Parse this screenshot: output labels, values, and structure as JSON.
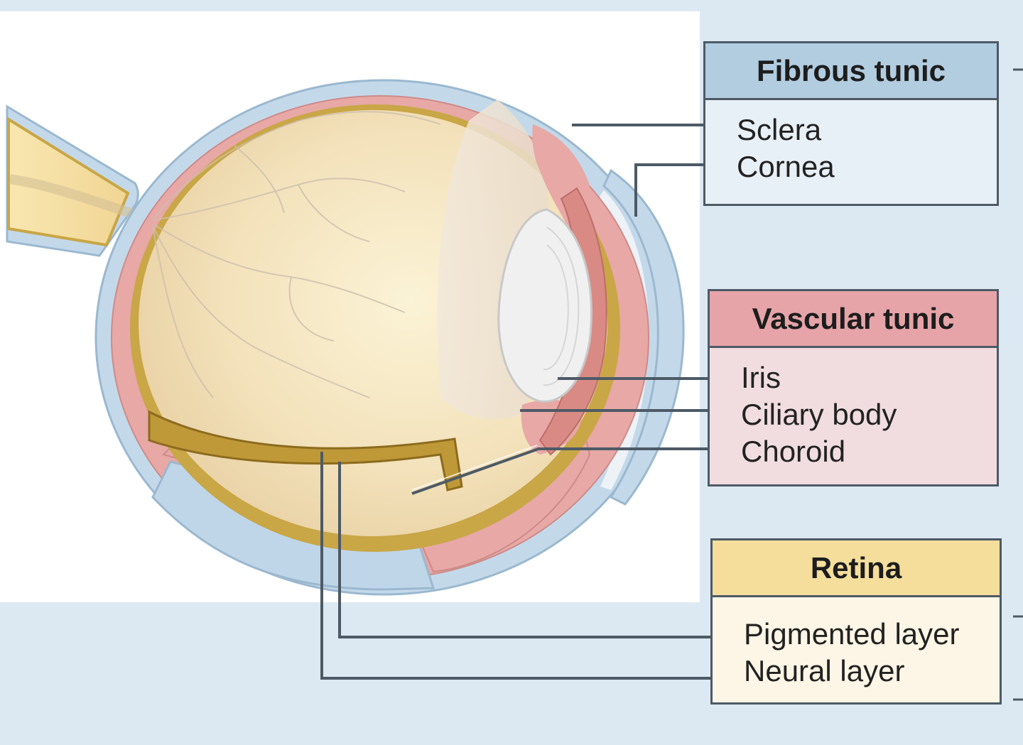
{
  "groups": {
    "fibrous": {
      "title": "Fibrous tunic",
      "items": [
        "Sclera",
        "Cornea"
      ],
      "color": "#b2cce0"
    },
    "vascular": {
      "title": "Vascular tunic",
      "items": [
        "Iris",
        "Ciliary body",
        "Choroid"
      ],
      "color": "#e6a4a8"
    },
    "retina": {
      "title": "Retina",
      "items": [
        "Pigmented layer",
        "Neural layer"
      ],
      "color": "#f5de9c"
    }
  },
  "colors": {
    "sclera": "#c3d9ea",
    "choroid": "#e7a8a6",
    "retina": "#c9a646",
    "vitreous": "#f3dfb8",
    "lens": "#eeeeee",
    "leader_line": "#4d5a66"
  }
}
